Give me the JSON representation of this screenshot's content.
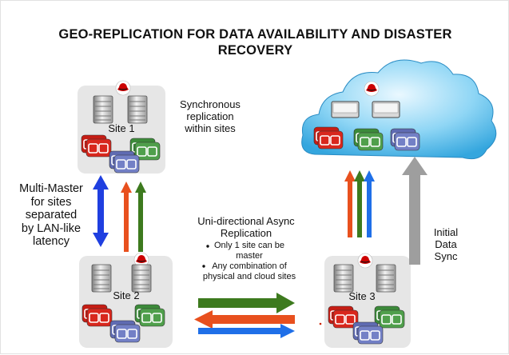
{
  "title": {
    "line1": "GEO-REPLICATION FOR DATA AVAILABILITY AND DISASTER",
    "line2": "RECOVERY"
  },
  "sites": {
    "site1": "Site 1",
    "site2": "Site 2",
    "site3": "Site 3"
  },
  "labels": {
    "sync_line1": "Synchronous",
    "sync_line2": "replication",
    "sync_line3": "within sites",
    "multi_line1": "Multi-Master",
    "multi_line2": "for sites",
    "multi_line3": "separated",
    "multi_line4": "by LAN-like",
    "multi_line5": "latency",
    "async_line1": "Uni-directional Async",
    "async_line2": "Replication",
    "bullet1_line1": "Only 1 site can be",
    "bullet1_line2": "master",
    "bullet2_line1": "Any combination of",
    "bullet2_line2": "physical and cloud sites",
    "initial_line1": "Initial",
    "initial_line2": "Data",
    "initial_line3": "Sync"
  },
  "colors": {
    "blue": "#1f3fe0",
    "red": "#e8501e",
    "green": "#3d7a1e",
    "gray": "#9e9e9e",
    "cloud": "#5cc0ec",
    "panel": "#e6e6e6"
  },
  "icons": [
    "redhat-logo-icon",
    "server-icon",
    "storage-drive-icon",
    "cloud-icon",
    "arrow-icon"
  ]
}
